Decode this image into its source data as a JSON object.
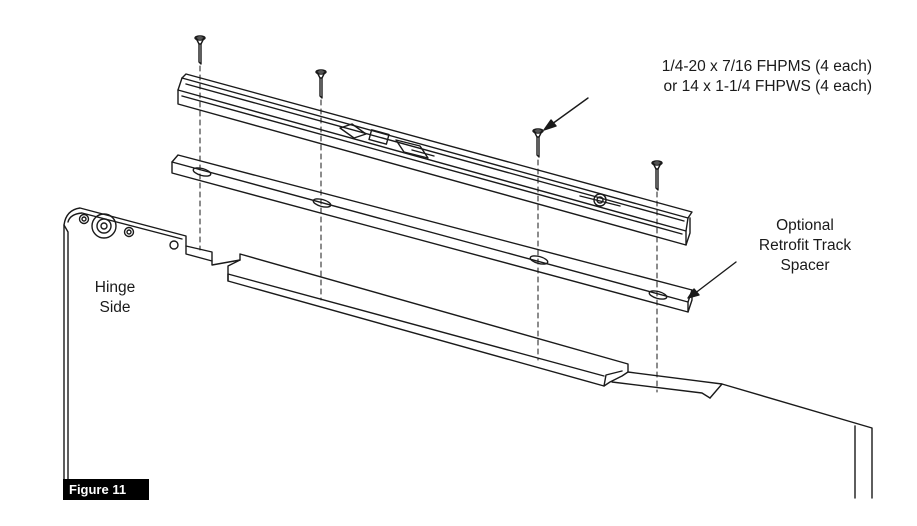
{
  "figure": {
    "badge": "Figure 11"
  },
  "callouts": {
    "screws": {
      "line1": "1/4-20 x 7/16 FHPMS (4 each)",
      "line2": "or 14 x 1-1/4 FHPWS (4 each)"
    },
    "spacer": {
      "line1": "Optional",
      "line2": "Retrofit Track",
      "line3": "Spacer"
    },
    "hinge_side": {
      "line1": "Hinge",
      "line2": "Side"
    }
  },
  "colors": {
    "line": "#1a1a1a",
    "badge_background": "#000000",
    "badge_text": "#ffffff"
  }
}
